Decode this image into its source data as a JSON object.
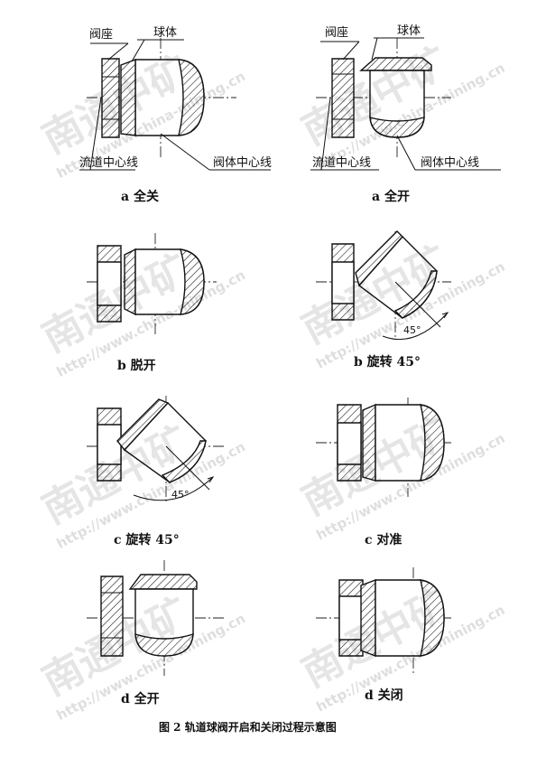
{
  "labels": {
    "valve_seat": "阀座",
    "ball": "球体",
    "channel_centerline": "流道中心线",
    "valve_body_centerline": "阀体中心线",
    "angle": "45°"
  },
  "captions": {
    "a_closed": "a 全关",
    "a_open": "a 全开",
    "b_detach": "b 脱开",
    "b_rotate": "b 旋转 45°",
    "c_rotate": "c 旋转 45°",
    "c_align": "c 对准",
    "d_open": "d 全开",
    "d_close": "d 关闭"
  },
  "figure_caption": "图 2 轨道球阀开启和关闭过程示意图",
  "watermark": {
    "text": "南通中矿",
    "url": "http://www.china-mining.cn"
  }
}
